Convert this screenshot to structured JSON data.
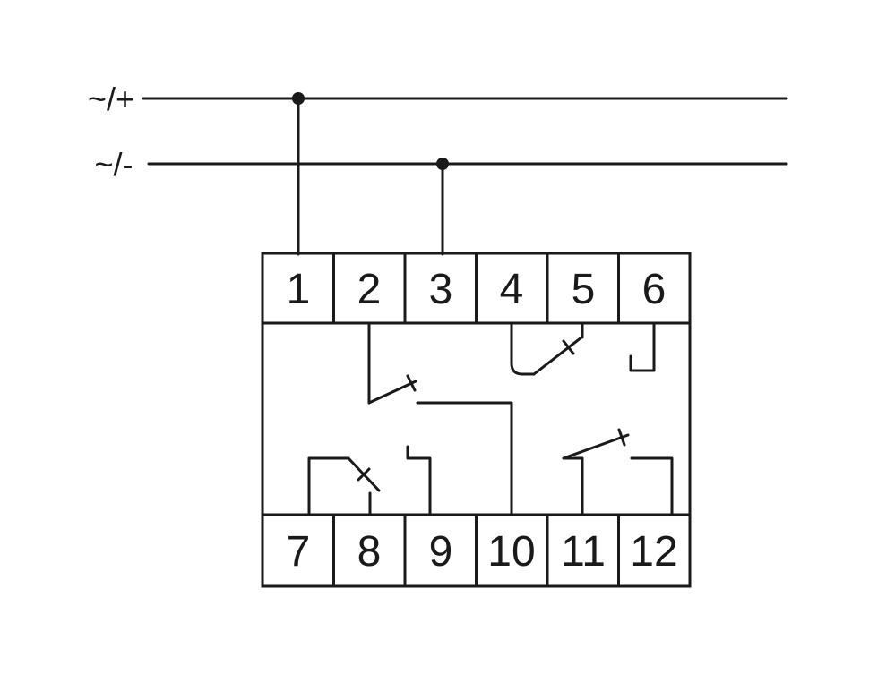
{
  "page": {
    "background": "#ffffff",
    "line_color": "#1a1a1a"
  },
  "supply": {
    "plus_label": "~/+",
    "minus_label": "~/-"
  },
  "device": {
    "terminals_top": [
      "1",
      "2",
      "3",
      "4",
      "5",
      "6"
    ],
    "terminals_bottom": [
      "7",
      "8",
      "9",
      "10",
      "11",
      "12"
    ]
  }
}
